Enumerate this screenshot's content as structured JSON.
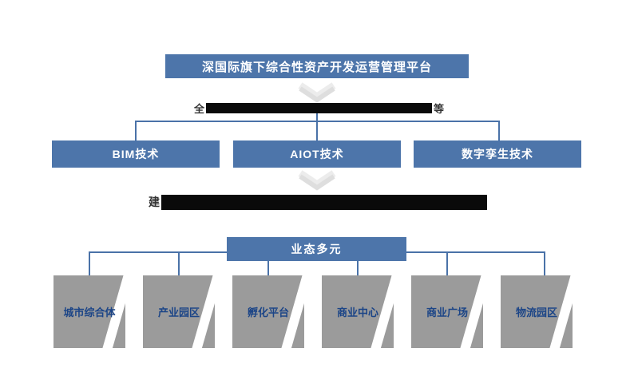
{
  "top_box": {
    "label": "深国际旗下综合性资产开发运营管理平台"
  },
  "caption1": {
    "prefix": "全",
    "suffix": "等",
    "note": "redacted-black-bar"
  },
  "caption2": {
    "prefix": "建",
    "suffix": "",
    "note": "redacted-black-bar"
  },
  "tech_boxes": [
    {
      "label": "BIM技术"
    },
    {
      "label": "AIOT技术"
    },
    {
      "label": "数字孪生技术"
    }
  ],
  "hub_box": {
    "label": "业态多元"
  },
  "business_boxes": [
    {
      "label": "城市综合体"
    },
    {
      "label": "产业园区"
    },
    {
      "label": "孵化平台"
    },
    {
      "label": "商业中心"
    },
    {
      "label": "商业广场"
    },
    {
      "label": "物流园区"
    }
  ],
  "icons": [
    {
      "name": "chevron-down-icon",
      "glyph": "⌄"
    },
    {
      "name": "chevron-down-icon",
      "glyph": "⌄"
    }
  ],
  "colors": {
    "box_blue": "#4d75aa",
    "connector_blue": "#4a72a8",
    "gray_box": "#9b9b9b",
    "box_text_blue": "#1c4587",
    "chevron_gray": "#e4e4e4",
    "redaction_black": "#0a0a0a",
    "background": "#ffffff"
  }
}
